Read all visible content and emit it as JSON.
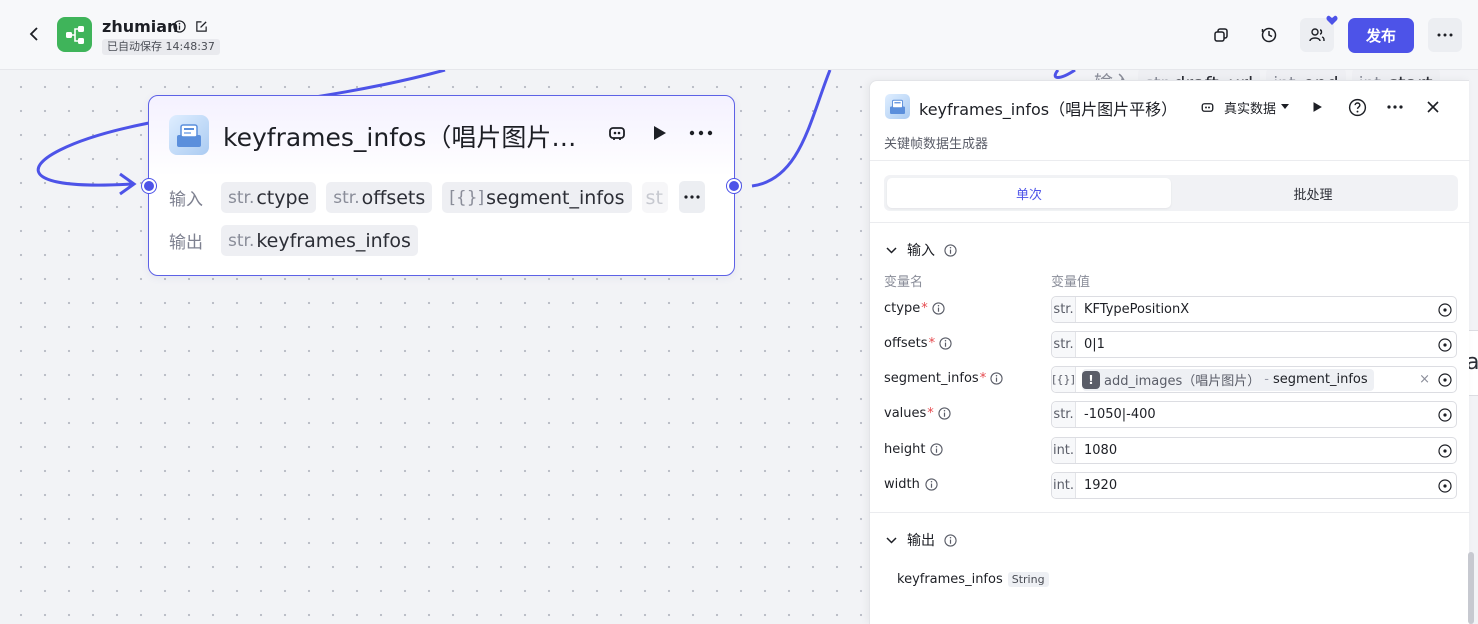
{
  "header": {
    "app_title": "zhumian",
    "autosave": "已自动保存 14:48:37",
    "publish_label": "发布"
  },
  "node": {
    "title": "keyframes_infos（唱片图片平移）",
    "input_label": "输入",
    "output_label": "输出",
    "inputs": [
      {
        "type": "str.",
        "name": "ctype"
      },
      {
        "type": "str.",
        "name": "offsets"
      },
      {
        "type": "[{}]",
        "name": "segment_infos"
      },
      {
        "type": "st",
        "name": ""
      }
    ],
    "outputs": [
      {
        "type": "str.",
        "name": "keyframes_infos"
      }
    ]
  },
  "background": {
    "input_label": "输入",
    "params": [
      {
        "type": "str.",
        "name": "draft_url"
      },
      {
        "type": "int.",
        "name": "end"
      },
      {
        "type": "int.",
        "name": "start"
      }
    ],
    "right_edge_text": "a"
  },
  "panel": {
    "title": "keyframes_infos（唱片图片平移）",
    "data_mode": "真实数据",
    "subtitle": "关键帧数据生成器",
    "tabs": [
      "单次",
      "批处理"
    ],
    "input_section": "输入",
    "col_name": "变量名",
    "col_value": "变量值",
    "params": [
      {
        "name": "ctype",
        "required": "*",
        "type": "str.",
        "value": "KFTypePositionX"
      },
      {
        "name": "offsets",
        "required": "*",
        "type": "str.",
        "value": "0|1"
      },
      {
        "name": "segment_infos",
        "required": "*",
        "type": "[{}]",
        "ref_node": "add_images（唱片图片）",
        "ref_sep": "-",
        "ref_field": "segment_infos",
        "ref_warn": "!",
        "ref_close": "×"
      },
      {
        "name": "values",
        "required": "*",
        "type": "str.",
        "value": "-1050|-400"
      },
      {
        "name": "height",
        "required": "",
        "type": "int.",
        "value": "1080"
      },
      {
        "name": "width",
        "required": "",
        "type": "int.",
        "value": "1920"
      }
    ],
    "output_section": "输出",
    "output_name": "keyframes_infos",
    "output_type": "String"
  },
  "colors": {
    "accent": "#4d53e8",
    "logo": "#3fb45a"
  }
}
